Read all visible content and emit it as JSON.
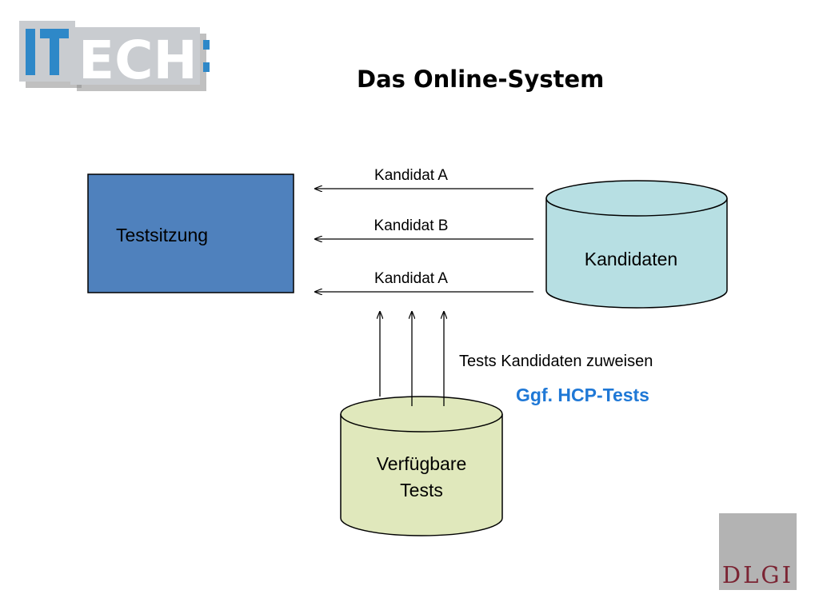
{
  "slide": {
    "title": "Das Online-System",
    "logo": {
      "part1": "IT",
      "part2": "ECH"
    },
    "corner_logo": "DLGI"
  },
  "diagram": {
    "test_session": {
      "label": "Testsitzung",
      "color": "#4f81bd"
    },
    "candidates_db": {
      "label": "Kandidaten",
      "color": "#b7dfe3"
    },
    "tests_db": {
      "label_line1": "Verfügbare",
      "label_line2": "Tests",
      "color": "#e0e8bc"
    },
    "flows": [
      {
        "label": "Kandidat A"
      },
      {
        "label": "Kandidat B"
      },
      {
        "label": "Kandidat A"
      }
    ],
    "assign_label": "Tests Kandidaten zuweisen",
    "hcp_note": {
      "text": "Ggf. HCP-Tests",
      "color": "#1f78d6"
    }
  }
}
